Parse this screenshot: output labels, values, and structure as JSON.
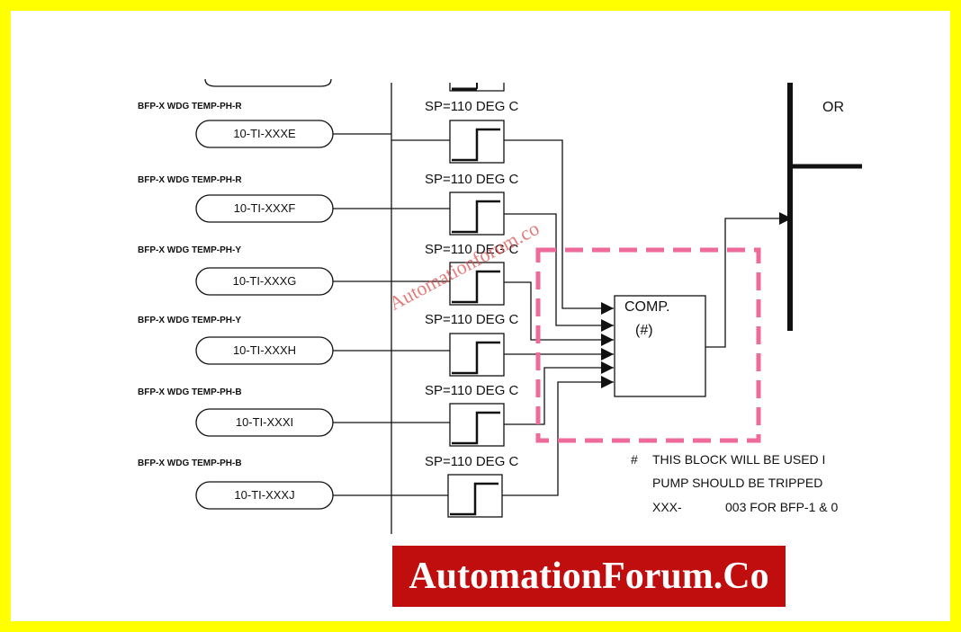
{
  "diagram": {
    "rows": [
      {
        "label": "BFP-X WDG TEMP-PH-R",
        "tag": "10-TI-XXXE",
        "setpoint": "SP=110 DEG C"
      },
      {
        "label": "BFP-X WDG TEMP-PH-R",
        "tag": "10-TI-XXXF",
        "setpoint": "SP=110 DEG C"
      },
      {
        "label": "BFP-X WDG TEMP-PH-Y",
        "tag": "10-TI-XXXG",
        "setpoint": "SP=110 DEG C"
      },
      {
        "label": "BFP-X WDG TEMP-PH-Y",
        "tag": "10-TI-XXXH",
        "setpoint": "SP=110 DEG C"
      },
      {
        "label": "BFP-X WDG TEMP-PH-B",
        "tag": "10-TI-XXXI",
        "setpoint": "SP=110 DEG C"
      },
      {
        "label": "BFP-X WDG TEMP-PH-B",
        "tag": "10-TI-XXXJ",
        "setpoint": "SP=110 DEG C"
      }
    ],
    "comp_block": {
      "line1": "COMP.",
      "line2": "(#)"
    },
    "or_gate_label": "OR",
    "notes": {
      "hash": "#",
      "line1": "THIS BLOCK WILL BE USED I",
      "line2": "PUMP SHOULD BE TRIPPED",
      "line3_code": "XXX-",
      "line3_text": "003 FOR BFP-1 & 0"
    }
  },
  "watermark": "Automationforum.co",
  "banner": {
    "text": "AutomationForum.Co"
  },
  "colors": {
    "frame_border": "#ffff00",
    "highlight_dash": "#ee6a9a",
    "banner_bg": "#c00d0d",
    "banner_text": "#ffffff",
    "watermark": "#dc5050"
  }
}
